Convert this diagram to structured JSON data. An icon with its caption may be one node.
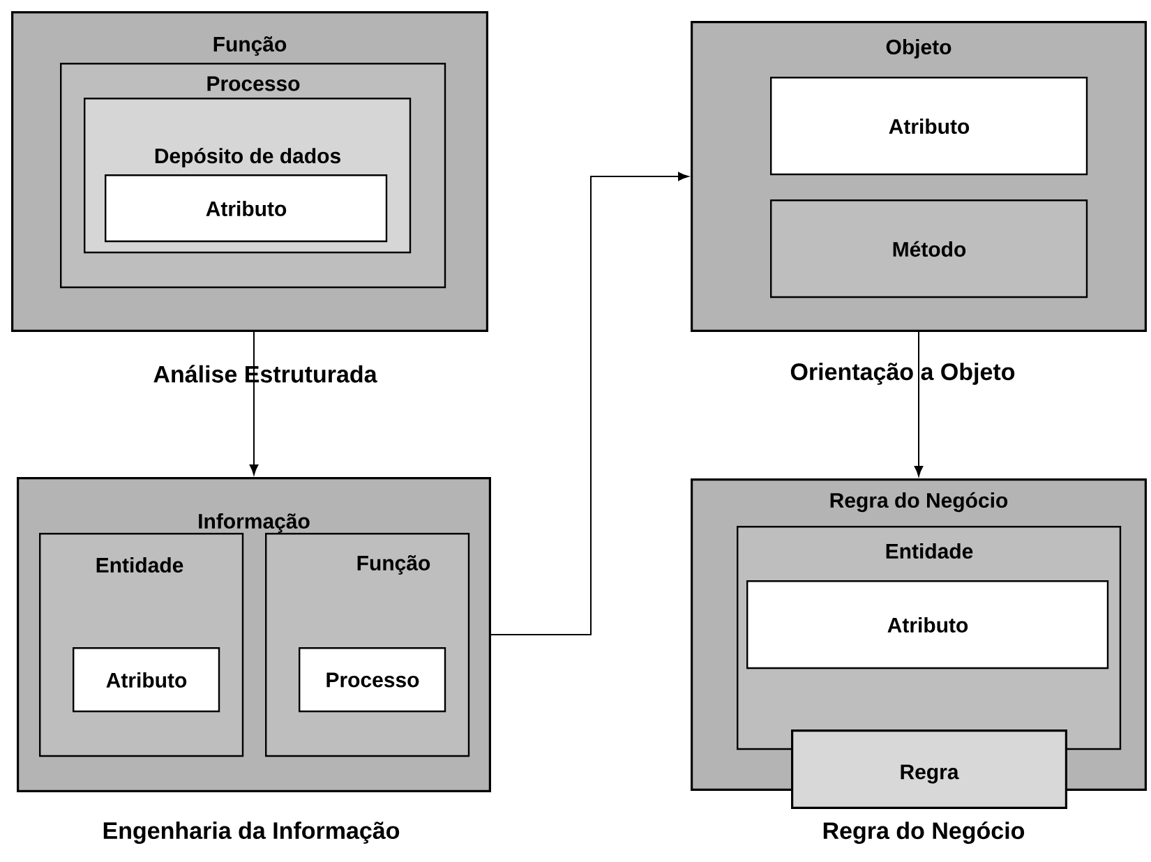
{
  "diagram": {
    "nodes": [
      {
        "text": [
          "Função"
        ]
      },
      {
        "text": [
          "Processo"
        ],
        "in": 0
      },
      {
        "text": [
          "Depósito de dados"
        ],
        "in": 1
      },
      {
        "text": [
          "Atributo"
        ],
        "in": 2
      },
      {
        "text": [
          "Informação"
        ]
      },
      {
        "text": [
          "Entidade"
        ],
        "in": 4
      },
      {
        "text": [
          "Função"
        ],
        "in": 4
      },
      {
        "text": [
          "Atributo"
        ],
        "in": 5
      },
      {
        "text": [
          "Processo"
        ],
        "in": 6
      },
      {
        "text": [
          "Objeto"
        ]
      },
      {
        "text": [
          "Atributo"
        ],
        "in": 9
      },
      {
        "text": [
          "Método"
        ],
        "in": 9
      },
      {
        "text": [
          "Regra do Negócio"
        ]
      },
      {
        "text": [
          "Entidade"
        ],
        "in": 12
      },
      {
        "text": [
          "Atributo"
        ],
        "in": 13
      },
      {
        "text": [
          "Regra"
        ]
      }
    ],
    "edges": [
      {
        "from": 0,
        "to": 4,
        "arrow": "to"
      },
      {
        "from": 4,
        "to": 9,
        "arrow": "to"
      },
      {
        "from": 9,
        "to": 12,
        "arrow": "to"
      }
    ],
    "labels": [
      "Análise Estruturada",
      "Orientação a Objeto",
      "Engenharia da Informação",
      "Regra do Negócio"
    ]
  }
}
